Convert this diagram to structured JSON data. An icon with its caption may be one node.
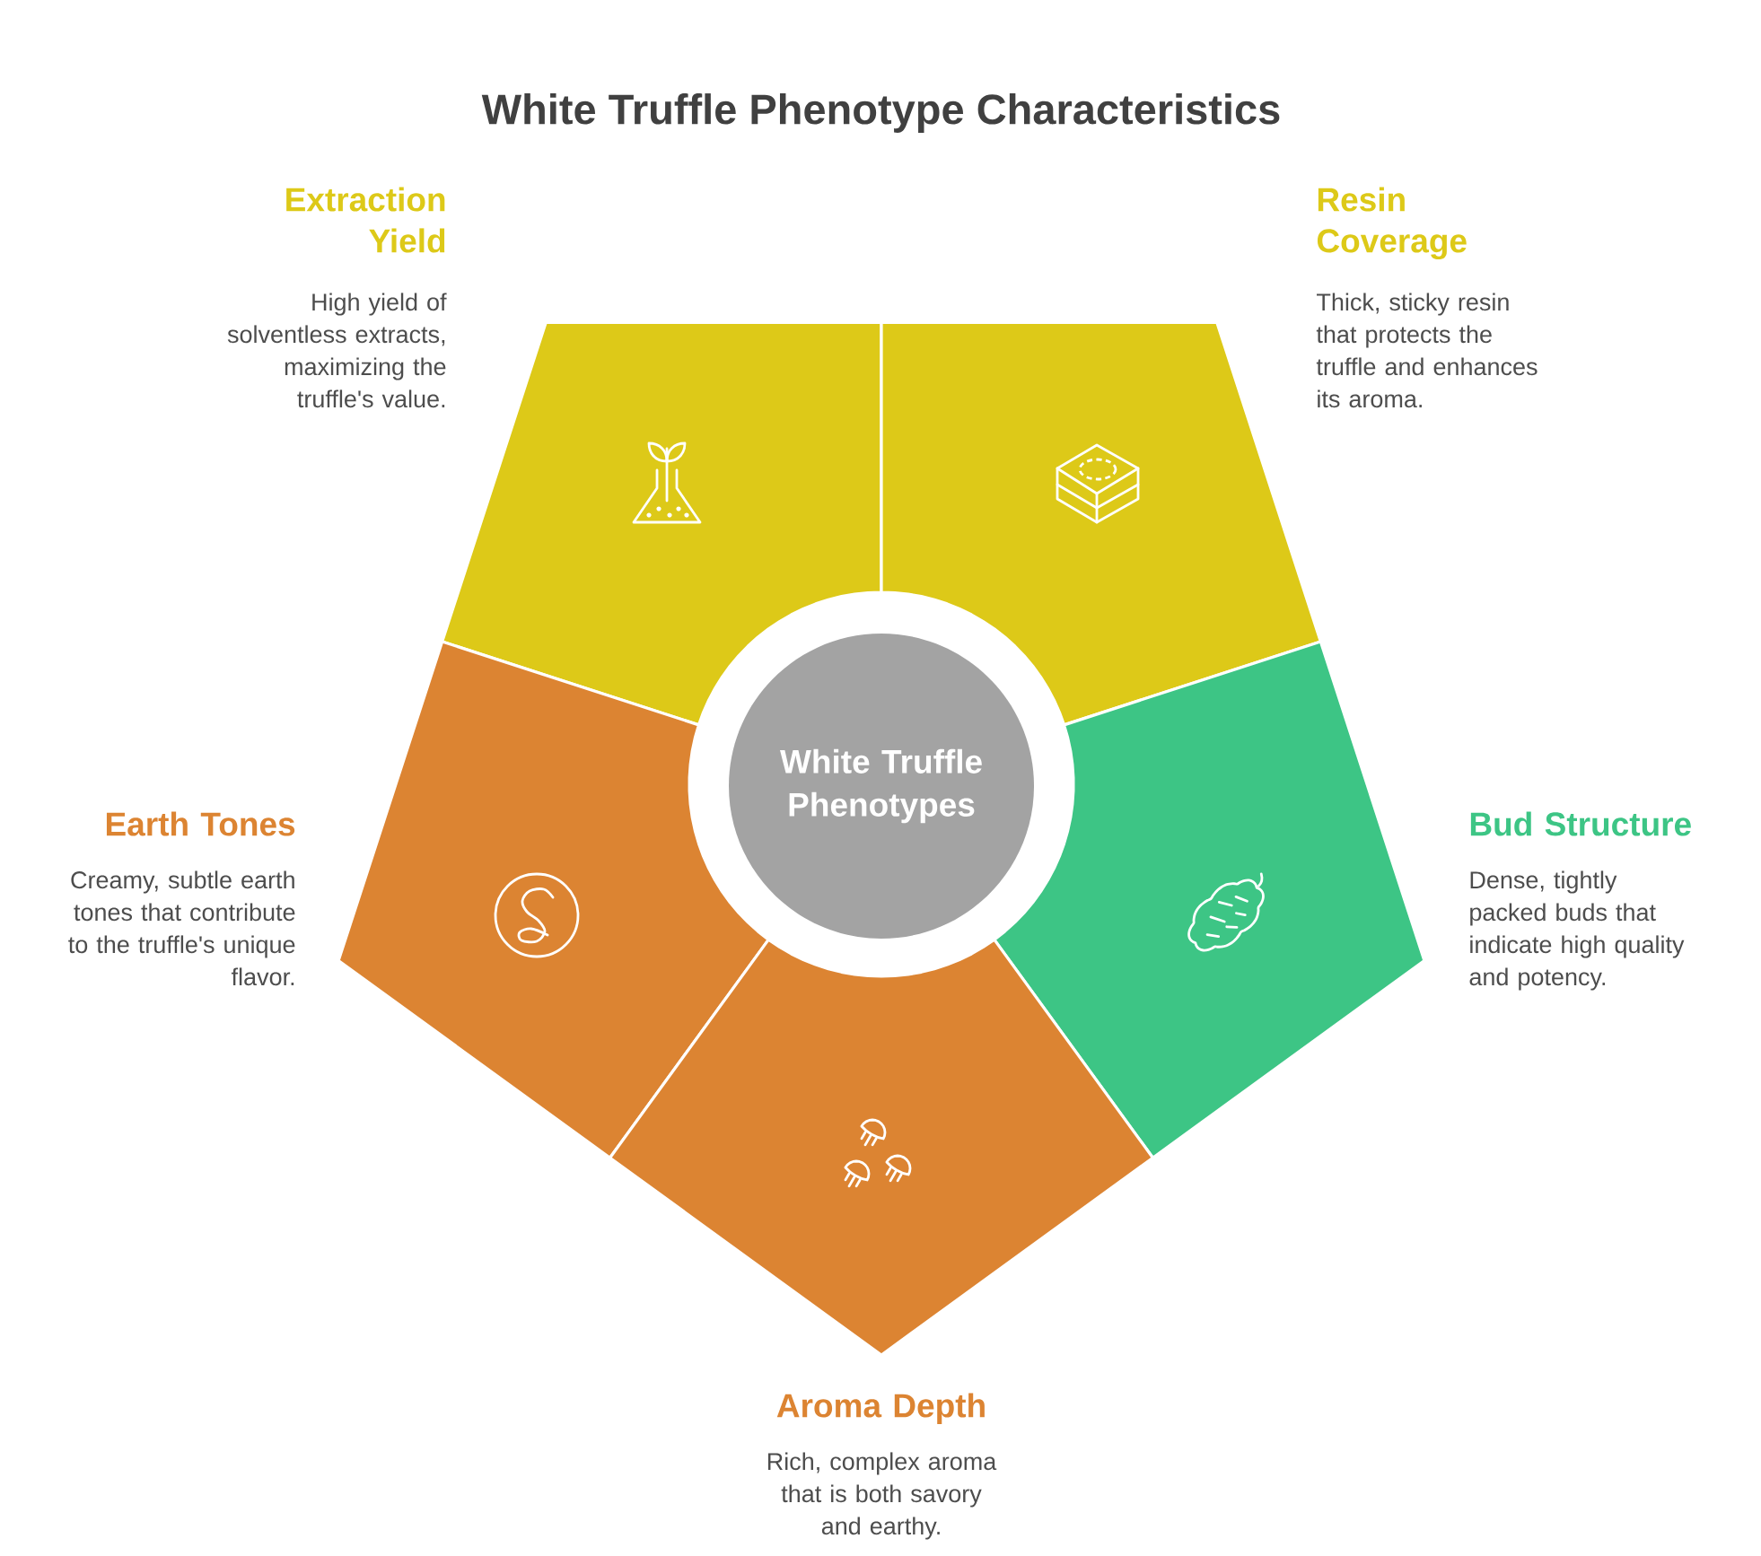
{
  "diagram": {
    "title": "White Truffle Phenotype Characteristics",
    "nodes": [
      {
        "text": [
          "Extraction Yield",
          "High yield of solventless extracts, maximizing the truffle's value."
        ]
      },
      {
        "text": [
          "Resin Coverage",
          "Thick, sticky resin that protects the truffle and enhances its aroma."
        ]
      },
      {
        "text": [
          "White Truffle Phenotypes"
        ]
      },
      {
        "text": [
          "Earth Tones",
          "Creamy, subtle earth tones that contribute to the truffle's unique flavor."
        ]
      },
      {
        "text": [
          "Bud Structure",
          "Dense, tightly packed buds that indicate high quality and potency."
        ]
      },
      {
        "text": [
          "Aroma Depth",
          "Rich, complex aroma that is both savory and earthy."
        ]
      }
    ]
  }
}
